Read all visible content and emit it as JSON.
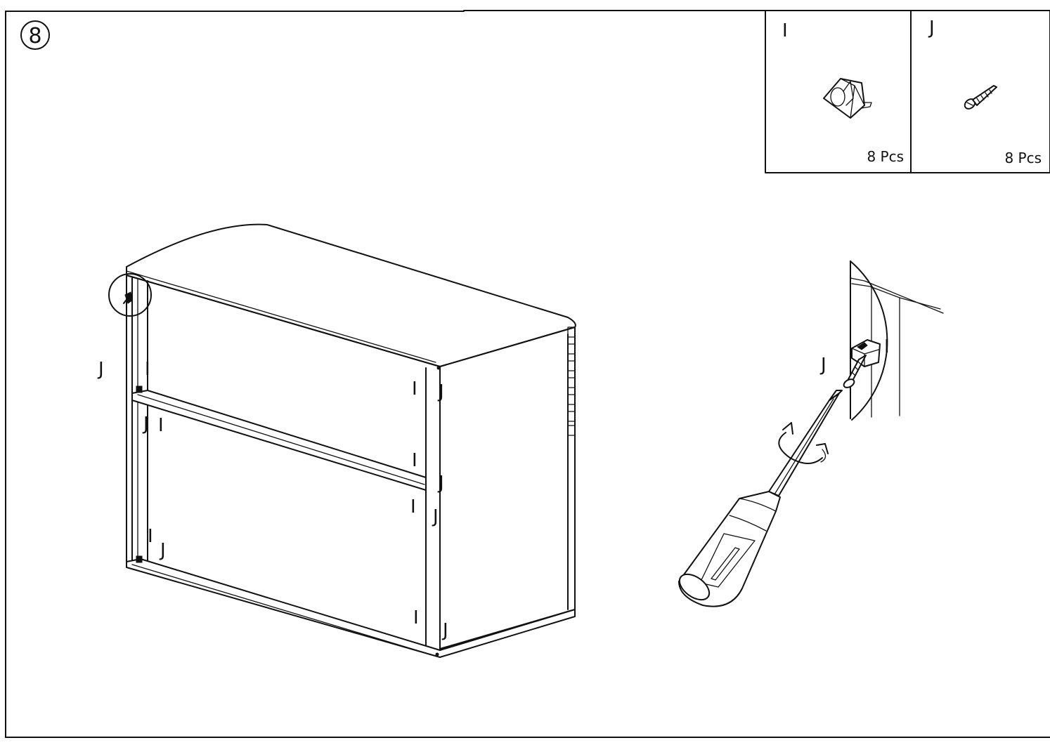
{
  "step": {
    "number": "8"
  },
  "parts": [
    {
      "letter": "I",
      "count_label": "8 Pcs",
      "icon": "cam-bracket-icon"
    },
    {
      "letter": "J",
      "count_label": "8 Pcs",
      "icon": "screw-icon"
    }
  ],
  "cabinet_labels": [
    "J",
    "I",
    "J",
    "I",
    "I",
    "J",
    "I",
    "J",
    "I",
    "J",
    "I",
    "J",
    "I",
    "J"
  ],
  "detail_labels": [
    "I",
    "J"
  ],
  "colors": {
    "line": "#111111",
    "background": "#ffffff"
  }
}
